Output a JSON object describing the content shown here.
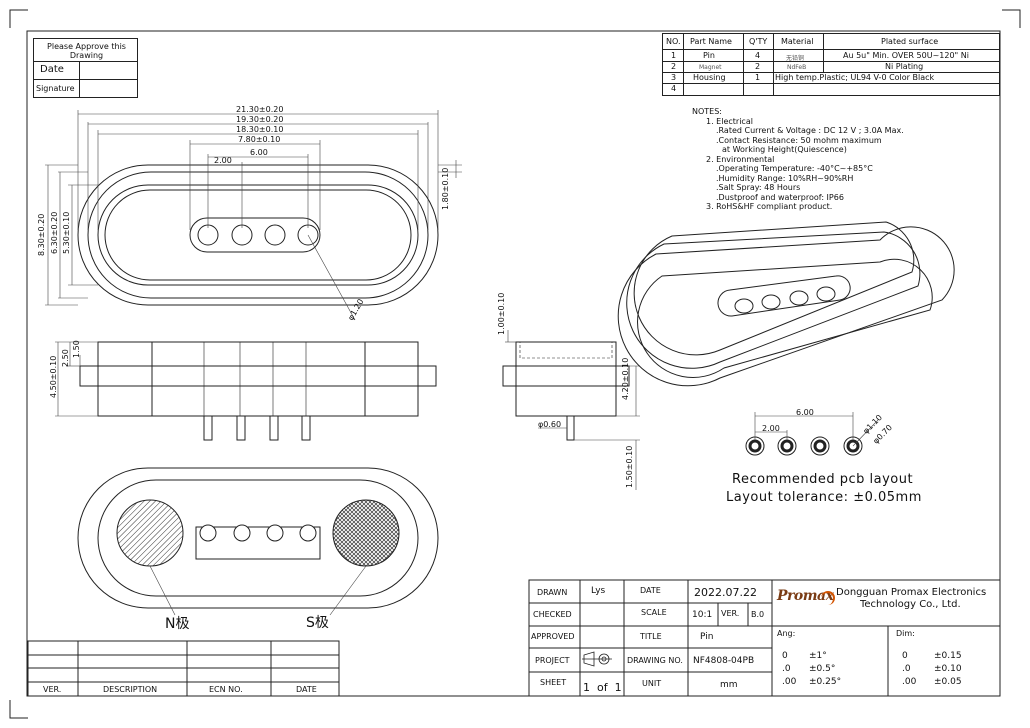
{
  "approval": {
    "title": "Please Approve this Drawing",
    "date_label": "Date",
    "signature_label": "Signature"
  },
  "bom": {
    "headers": [
      "NO.",
      "Part Name",
      "Q'TY",
      "Material",
      "Plated surface"
    ],
    "rows": [
      [
        "1",
        "Pin",
        "4",
        "无铅铜",
        "Au 5u\" Min. OVER 50U~120\" Ni"
      ],
      [
        "2",
        "Magnet",
        "2",
        "NdFeB",
        "Ni Plating"
      ],
      [
        "3",
        "Housing",
        "1",
        "High temp.Plastic; UL94 V-0 Color Black",
        ""
      ],
      [
        "4",
        "",
        "",
        "",
        ""
      ]
    ]
  },
  "notes": [
    "NOTES:",
    "1. Electrical",
    ".Rated Current & Voltage : DC 12 V ; 3.0A Max.",
    ".Contact Resistance: 50 mohm maximum",
    "at Working Height(Quiescence)",
    "2. Environmental",
    ".Operating Temperature: -40°C~+85°C",
    ".Humidity Range: 10%RH~90%RH",
    ".Salt Spray: 48 Hours",
    ".Dustproof and waterproof: IP66",
    "3. RoHS&HF compliant product."
  ],
  "dims": {
    "top_horizontal": [
      "21.30±0.20",
      "19.30±0.20",
      "18.30±0.10",
      "7.80±0.10",
      "6.00",
      "2.00"
    ],
    "top_vertical": [
      "8.30±0.20",
      "6.30±0.20",
      "5.30±0.10"
    ],
    "top_right": "1.80±0.10",
    "diameter": "φ1.20",
    "front_vertical": [
      "4.50±0.10",
      "2.50",
      "1.50"
    ],
    "side_top": "1.00±0.10",
    "side_body": "4.20±0.10",
    "side_pin_dia": "φ0.60",
    "side_pin_len": "1.50±0.10",
    "pcb_6": "6.00",
    "pcb_2": "2.00",
    "pcb_d1": "φ1.10",
    "pcb_d2": "φ0.70"
  },
  "pcb": {
    "line1": "Recommended pcb layout",
    "line2": "Layout tolerance: ±0.05mm"
  },
  "poles": {
    "north": "N极",
    "south": "S极"
  },
  "revision": {
    "headers": [
      "VER.",
      "DESCRIPTION",
      "ECN NO.",
      "DATE"
    ]
  },
  "titleblock": {
    "drawn_label": "DRAWN",
    "drawn": "Lys",
    "date_label": "DATE",
    "date": "2022.07.22",
    "checked_label": "CHECKED",
    "scale_label": "SCALE",
    "scale": "10:1",
    "ver_label": "VER.",
    "ver": "B.0",
    "approved_label": "APPROVED",
    "title_label": "TITLE",
    "title": "Pin",
    "project_label": "PROJECT",
    "drawing_no_label": "DRAWING NO.",
    "drawing_no": "NF4808-04PB",
    "sheet_label": "SHEET",
    "sheet": "1  of  1",
    "unit_label": "UNIT",
    "unit": "mm",
    "logo": "Promax",
    "company1": "Dongguan Promax Electronics",
    "company2": "Technology Co., Ltd.",
    "ang_label": "Ang:",
    "dim_label": "Dim:",
    "ang_rows": [
      [
        "0",
        "±1°"
      ],
      [
        ".0",
        "±0.5°"
      ],
      [
        ".00",
        "±0.25°"
      ]
    ],
    "dim_rows": [
      [
        "0",
        "±0.15"
      ],
      [
        ".0",
        "±0.10"
      ],
      [
        ".00",
        "±0.05"
      ]
    ]
  }
}
